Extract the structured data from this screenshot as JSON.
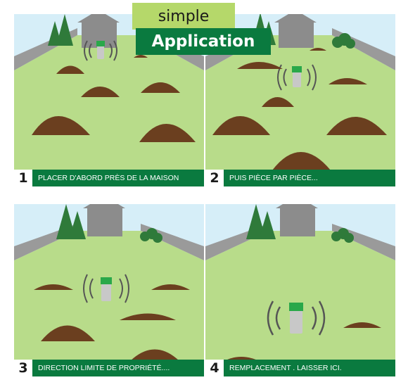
{
  "title": {
    "line1": "simple",
    "line2": "Application"
  },
  "panels": [
    {
      "number": "1",
      "caption": "PLACER D'ABORD PRÈS DE LA MAISON"
    },
    {
      "number": "2",
      "caption": "PUIS PIÈCE PAR PIÈCE..."
    },
    {
      "number": "3",
      "caption": "DIRECTION LIMITE DE PROPRIÉTÉ...."
    },
    {
      "number": "4",
      "caption": "REMPLACEMENT . LAISSER ICI."
    }
  ],
  "colors": {
    "sky": "#d6eef8",
    "lawn": "#b8dc8a",
    "wall": "#9a9a9a",
    "house": "#8c8c8c",
    "tree": "#2f7a3a",
    "mound": "#6b3f1f",
    "caption_bg": "#0a7a3f",
    "device_cap": "#2aa84a"
  },
  "icons": [
    "house-icon",
    "tree-icon",
    "bush-icon",
    "molehill-icon",
    "repeller-device-icon",
    "sound-wave-icon"
  ]
}
